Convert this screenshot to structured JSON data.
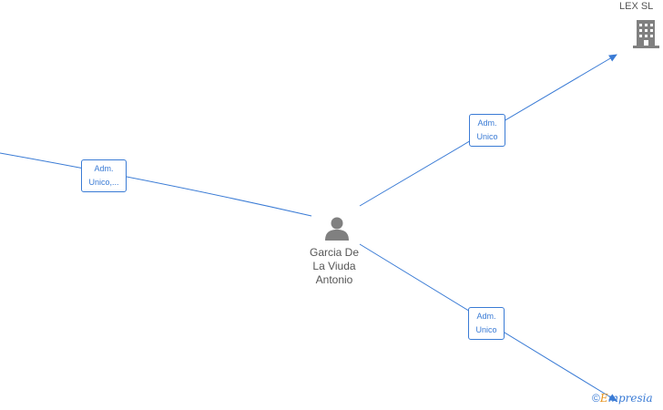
{
  "nodes": {
    "person": {
      "name_lines": [
        "Garcia De",
        "La Viuda",
        "Antonio"
      ],
      "icon": "person-icon"
    },
    "company": {
      "name": "LEX SL",
      "icon": "building-icon"
    }
  },
  "edges": {
    "left": {
      "label_lines": [
        "Adm.",
        "Unico,..."
      ]
    },
    "top_right": {
      "label_lines": [
        "Adm.",
        "Unico"
      ]
    },
    "bottom_right": {
      "label_lines": [
        "Adm.",
        "Unico"
      ]
    }
  },
  "watermark": {
    "symbol": "©",
    "brand_initial": "E",
    "brand_rest": "mpresia"
  },
  "colors": {
    "edge": "#3a7bd5",
    "node_icon": "#808080",
    "text": "#555555"
  }
}
